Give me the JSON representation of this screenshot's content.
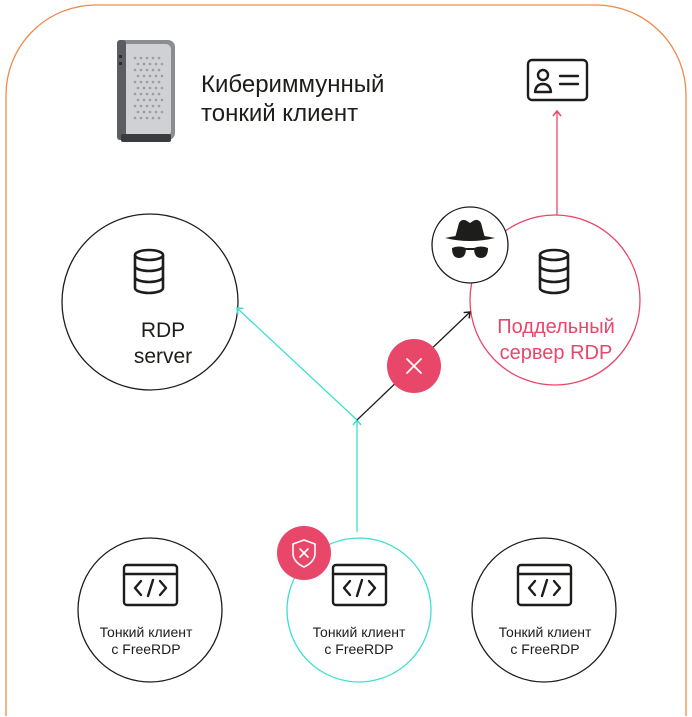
{
  "title": {
    "line1": "Кибериммунный",
    "line2": "тонкий клиент"
  },
  "rdp_server": {
    "line1": "RDP",
    "line2": "server"
  },
  "fake_server": {
    "line1": "Поддельный",
    "line2": "сервер RDP"
  },
  "clients": [
    {
      "line1": "Тонкий клиент",
      "line2": "с FreeRDP"
    },
    {
      "line1": "Тонкий клиент",
      "line2": "с FreeRDP"
    },
    {
      "line1": "Тонкий клиент",
      "line2": "с FreeRDP"
    }
  ],
  "colors": {
    "frame": "#f08a4b",
    "teal": "#3de0d0",
    "pink": "#e8476a",
    "dark": "#1d1d1b"
  }
}
